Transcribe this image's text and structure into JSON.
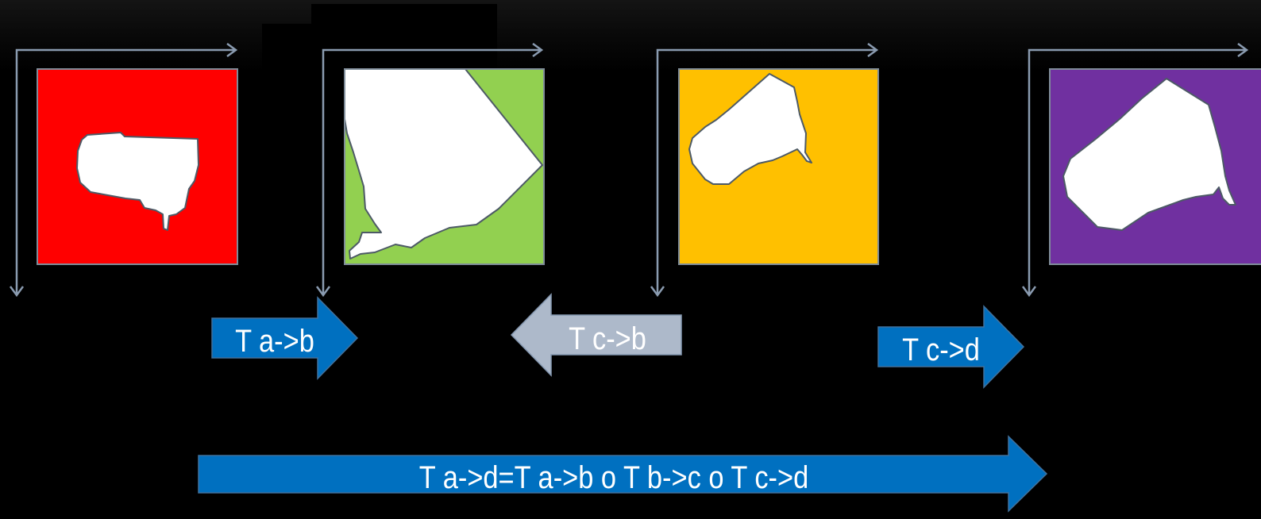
{
  "diagram": {
    "colors": {
      "tile_a": "#ff0000",
      "tile_b": "#92d050",
      "tile_c": "#ffc000",
      "tile_d": "#7030a0",
      "arrow_forward": "#0070c0",
      "arrow_backward": "#adb9ca",
      "shape": "#ffffff",
      "background": "#000000"
    },
    "arrows": {
      "t_ab": {
        "label": "T a->b",
        "direction": "right"
      },
      "t_cb": {
        "label": "T c->b",
        "direction": "left"
      },
      "t_cd": {
        "label": "T c->d",
        "direction": "right"
      },
      "t_ad": {
        "label": "T a->d=T a->b o T b->c o T c->d",
        "direction": "right"
      }
    }
  }
}
